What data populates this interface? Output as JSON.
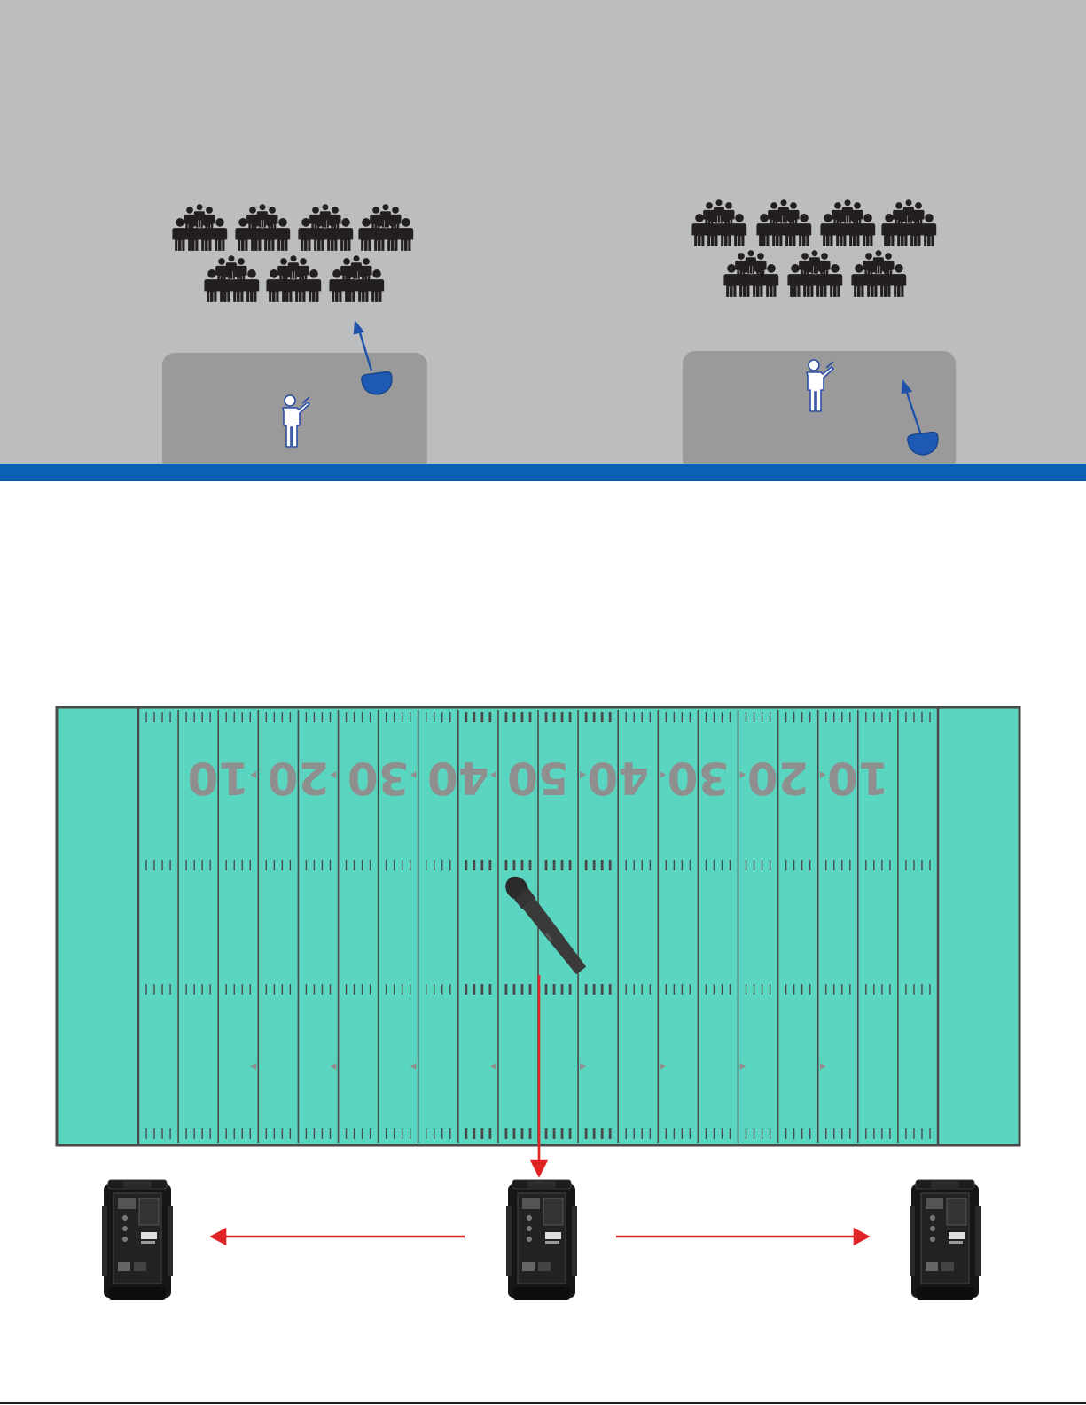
{
  "colors": {
    "sky": "#bcbdbf",
    "stage": "#9a9a9b",
    "wall": "#0b5fb4",
    "field": "#5ad6c0",
    "field_lines": "#4a4a4a",
    "field_numbers": "#8f8f8f",
    "arrow_red": "#e02426",
    "arrow_blue": "#1f52a8",
    "speaker_device": "#1e5ab4",
    "crowd": "#231f20",
    "bottom_rule": "#1a1a1a"
  },
  "field": {
    "yard_numbers": [
      "10",
      "20",
      "30",
      "40",
      "50",
      "40",
      "30",
      "20",
      "10"
    ]
  },
  "icons": {
    "crowd": "crowd-icon",
    "presenter": "presenter-icon",
    "microphone": "wireless-microphone-icon",
    "speaker": "portable-pa-speaker-icon",
    "device": "wall-speaker-icon"
  }
}
